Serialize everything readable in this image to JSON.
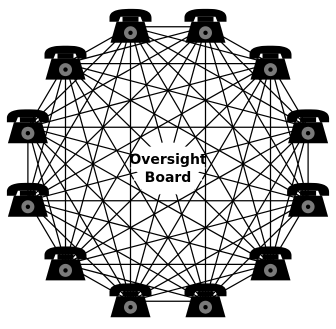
{
  "diagram": {
    "center_label_line1": "Oversight",
    "center_label_line2": "Board",
    "node_count": 12,
    "node_icon": "telephone-icon",
    "colors": {
      "lines": "#000000",
      "phone_body": "#000000",
      "phone_dial": "#7a7a7a",
      "background": "#ffffff",
      "center_fill": "#ffffff"
    }
  }
}
